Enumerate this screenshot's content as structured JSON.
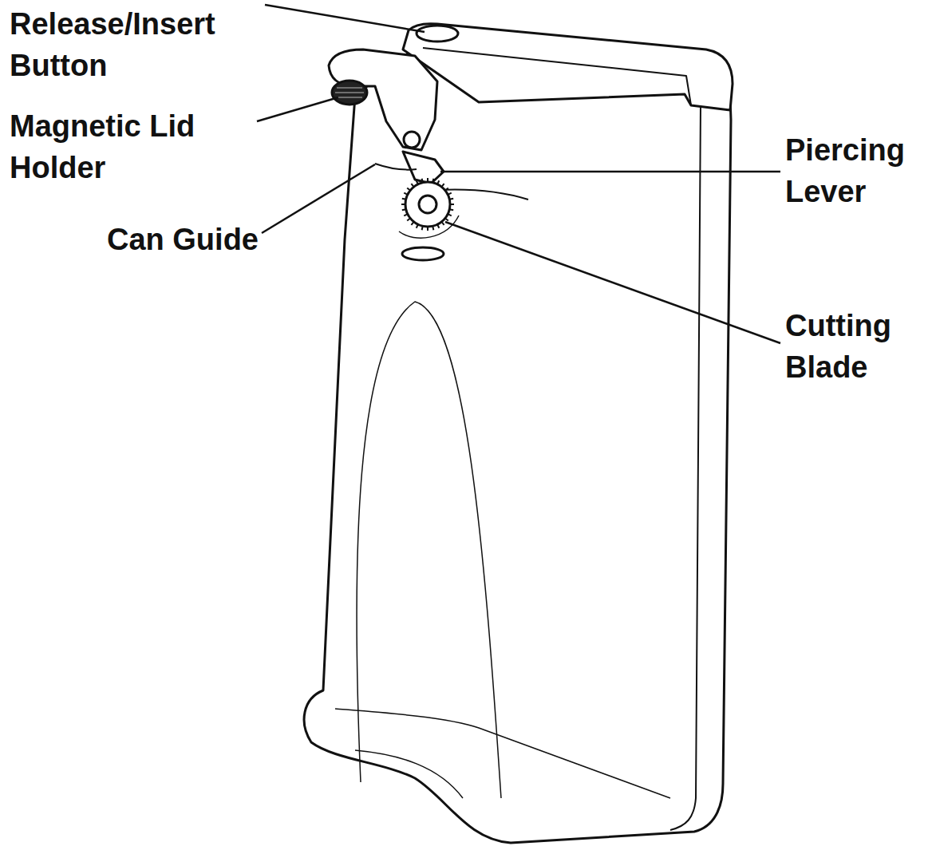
{
  "diagram": {
    "labels": [
      "Release/Insert Button",
      "Magnetic Lid Holder",
      "Can Guide",
      "Piercing Lever",
      "Cutting Blade"
    ]
  }
}
